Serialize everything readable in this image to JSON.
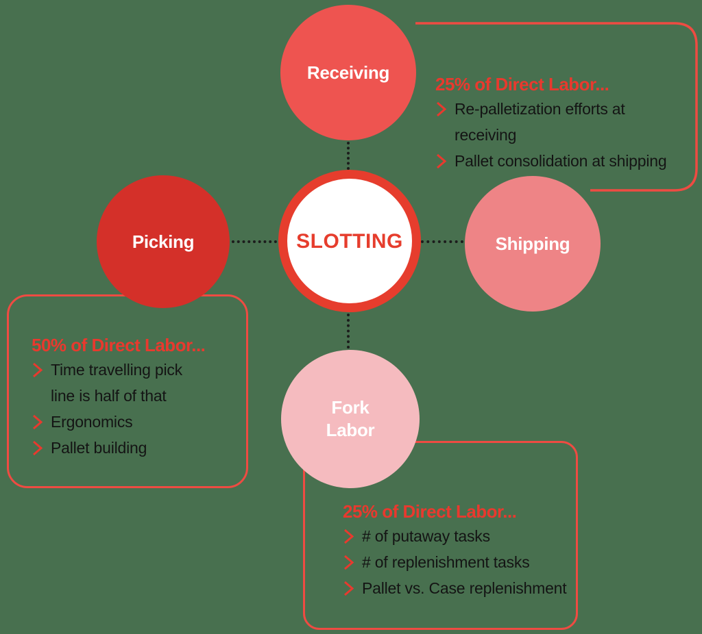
{
  "diagram_title": "Slotting hub diagram",
  "colors": {
    "background": "#48704F",
    "hub_ring": "#E63D2D",
    "heading_red": "#E9392E",
    "box_border": "#EF4B42",
    "bullet_text": "#141414",
    "connector_dot": "#1C1C1C",
    "circle_label": "#FFFFFF",
    "receiving_circle": "#EE5450",
    "picking_circle": "#D43029",
    "shipping_circle": "#EE8486",
    "fork_labor_circle": "#F5BBBF"
  },
  "hub": {
    "label": "SLOTTING"
  },
  "nodes": {
    "receiving": {
      "label": "Receiving"
    },
    "picking": {
      "label": "Picking"
    },
    "shipping": {
      "label": "Shipping"
    },
    "fork_labor": {
      "label": "Fork Labor"
    }
  },
  "callouts": {
    "receiving": {
      "title": "25% of Direct Labor...",
      "bullets": [
        "Re-palletization efforts at receiving",
        "Pallet consolidation at shipping"
      ]
    },
    "picking": {
      "title": "50% of Direct Labor...",
      "bullets": [
        "Time travelling pick\nline is half of that",
        "Ergonomics",
        "Pallet building"
      ]
    },
    "fork_labor": {
      "title": "25% of Direct Labor...",
      "bullets": [
        "# of putaway tasks",
        "# of replenishment tasks",
        "Pallet vs. Case replenishment"
      ]
    }
  }
}
